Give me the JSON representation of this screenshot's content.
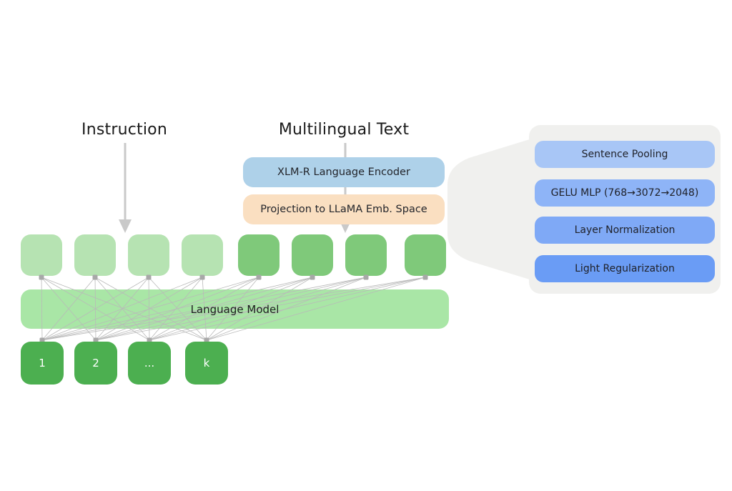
{
  "figure": {
    "background_color": "#ffffff",
    "titles": [
      {
        "id": "instruction",
        "label": "Instruction"
      },
      {
        "id": "multilingual",
        "label": "Multilingual Text"
      }
    ],
    "arrows": [
      {
        "name": "instruction-arrow",
        "color": "#c9c9c9"
      },
      {
        "name": "multilingual-arrow",
        "color": "#c9c9c9"
      }
    ],
    "pipeline": [
      {
        "id": "xlmr",
        "label": "XLM-R Language Encoder",
        "color": "#aed1e9"
      },
      {
        "id": "projection",
        "label": "Projection to LLaMA Emb. Space",
        "color": "#fadfc1"
      }
    ],
    "token_row": {
      "name": "embedding-token-row",
      "instruction_token_color": "#b6e3b2",
      "text_token_color": "#7fc97a",
      "instruction_token_count": 4,
      "text_token_count": 4
    },
    "language_model": {
      "label": "Language Model",
      "color": "#a9e6a6"
    },
    "output_tokens": {
      "color": "#4caf50",
      "text_color": "#ffffff",
      "items": [
        "1",
        "2",
        "...",
        "k"
      ]
    },
    "connections": {
      "line_color": "#b9b9b9",
      "node_color": "#a8a8a8"
    },
    "detail_panel": {
      "panel_color": "#f0f0ee",
      "wedge_color": "#f0f0ee",
      "boxes": [
        {
          "label": "Sentence Pooling",
          "color": "#a8c6f6"
        },
        {
          "label": "GELU MLP (768→3072→2048)",
          "color": "#8eb4f7"
        },
        {
          "label": "Layer Normalization",
          "color": "#7fa9f6"
        },
        {
          "label": "Light Regularization",
          "color": "#6a9cf5"
        }
      ]
    }
  }
}
